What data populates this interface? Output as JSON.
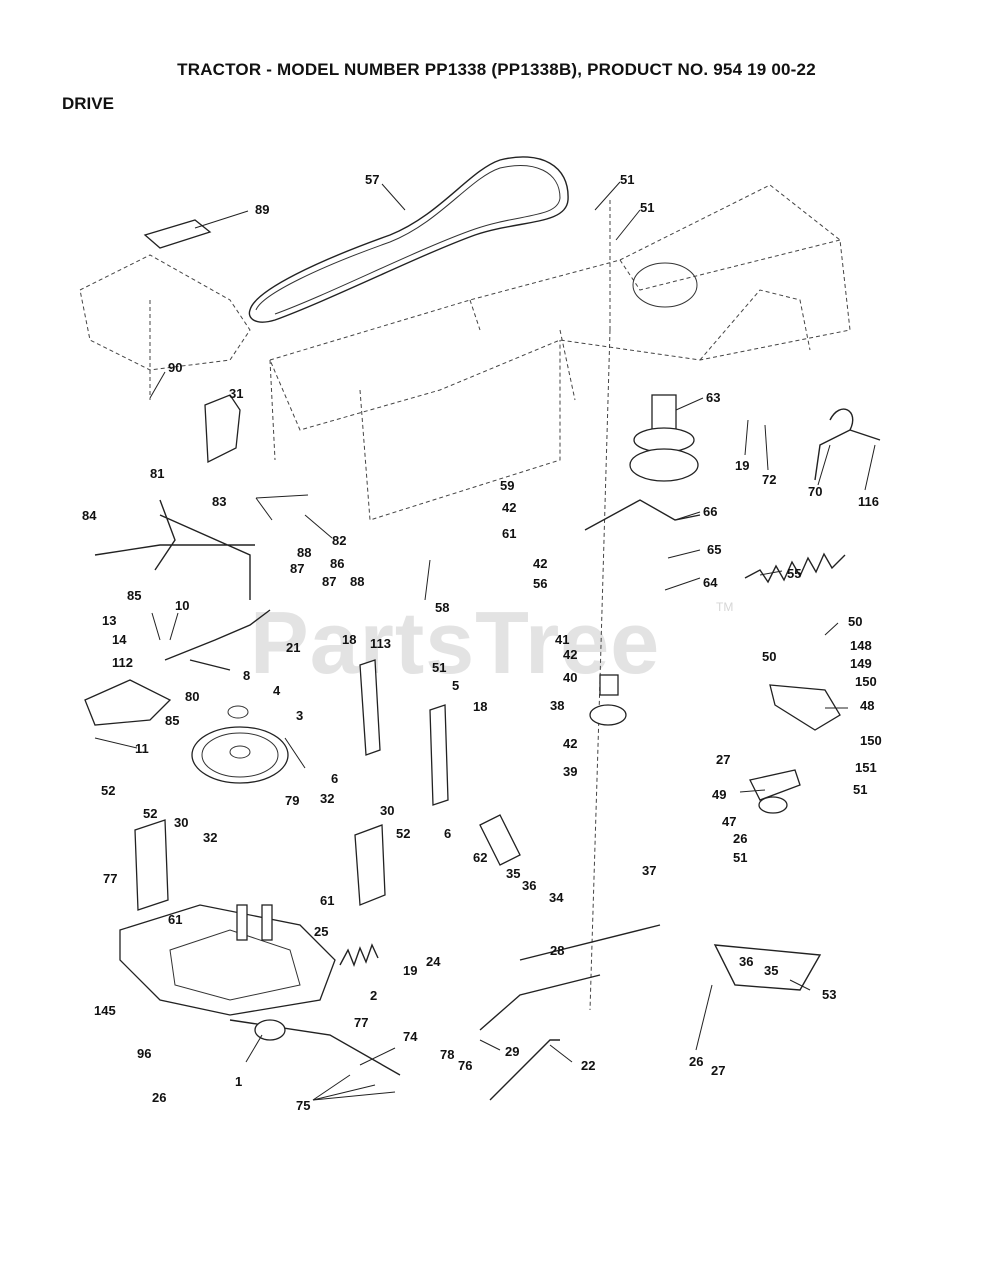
{
  "header": {
    "title": "TRACTOR - MODEL NUMBER PP1338 (PP1338B), PRODUCT NO. 954 19 00-22",
    "section": "DRIVE"
  },
  "watermark": {
    "text": "PartsTree",
    "tm": "TM"
  },
  "callouts": [
    "57",
    "51",
    "51",
    "89",
    "90",
    "31",
    "63",
    "19",
    "72",
    "70",
    "116",
    "81",
    "83",
    "82",
    "84",
    "85",
    "88",
    "87",
    "86",
    "87",
    "88",
    "58",
    "59",
    "42",
    "61",
    "66",
    "42",
    "56",
    "65",
    "64",
    "55",
    "13",
    "14",
    "112",
    "10",
    "21",
    "18",
    "113",
    "51",
    "5",
    "41",
    "42",
    "40",
    "80",
    "85",
    "8",
    "4",
    "3",
    "18",
    "38",
    "42",
    "39",
    "11",
    "6",
    "6",
    "50",
    "148",
    "50",
    "149",
    "150",
    "48",
    "150",
    "151",
    "51",
    "27",
    "49",
    "47",
    "26",
    "51",
    "79",
    "52",
    "52",
    "30",
    "32",
    "32",
    "30",
    "52",
    "62",
    "35",
    "36",
    "34",
    "37",
    "77",
    "61",
    "61",
    "25",
    "19",
    "24",
    "2",
    "28",
    "36",
    "35",
    "53",
    "145",
    "77",
    "74",
    "29",
    "22",
    "26",
    "27",
    "96",
    "1",
    "78",
    "76",
    "26",
    "75"
  ]
}
